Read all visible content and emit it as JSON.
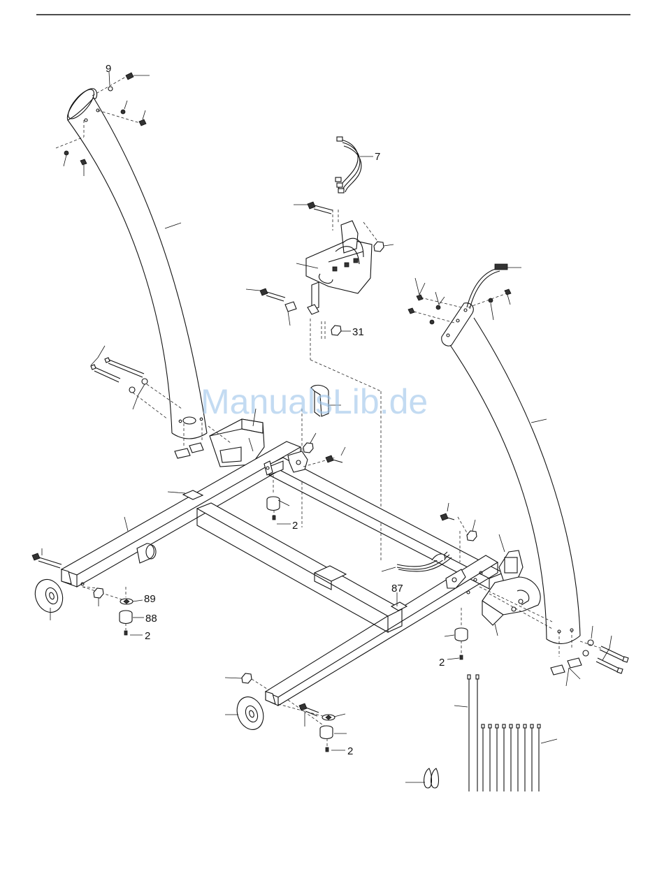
{
  "watermark": "ManualsLib.de",
  "callouts": [
    {
      "id": "9",
      "text": "9"
    },
    {
      "id": "7",
      "text": "7"
    },
    {
      "id": "31",
      "text": "31"
    },
    {
      "id": "2a",
      "text": "2"
    },
    {
      "id": "89",
      "text": "89"
    },
    {
      "id": "88",
      "text": "88"
    },
    {
      "id": "2b",
      "text": "2"
    },
    {
      "id": "87",
      "text": "87"
    },
    {
      "id": "2c",
      "text": "2"
    },
    {
      "id": "2d",
      "text": "2"
    }
  ]
}
